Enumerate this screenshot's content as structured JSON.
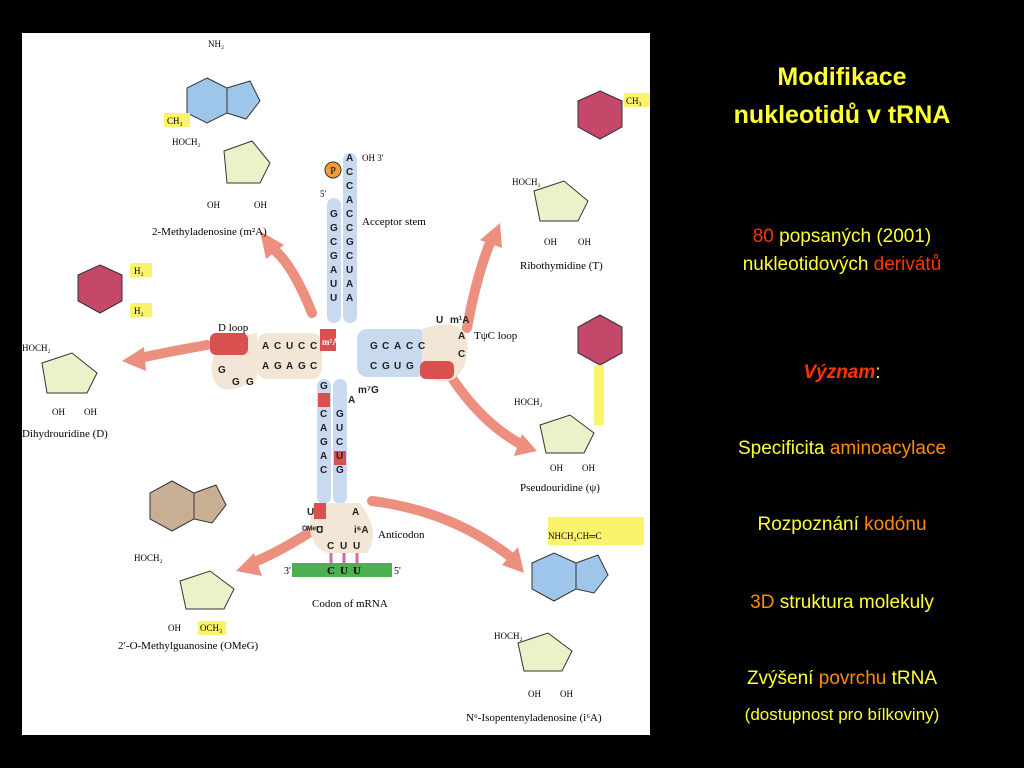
{
  "title": [
    "Modifikace",
    "nukleotidů v tRNA"
  ],
  "intro": {
    "number": "80",
    "text1": " popsaných (2001)",
    "text2": "nukleotidových ",
    "text3": "derivátů"
  },
  "significance": {
    "label": "Význam",
    "colon": ":"
  },
  "items": [
    {
      "a": "Specificita ",
      "b": "aminoacylace"
    },
    {
      "a": "Rozpoznání ",
      "b": "kodónu"
    },
    {
      "a": "3D",
      "b": " struktura molekuly"
    },
    {
      "a": "Zvýšení ",
      "b": "povrchu",
      "c": " tRNA"
    }
  ],
  "note": "(dostupnost pro bílkoviny)",
  "figure": {
    "acceptor_stem": "Acceptor stem",
    "d_loop": "D loop",
    "tpsic_loop": "TψC loop",
    "anticodon": "Anticodon",
    "codon_mrna": "Codon of mRNA",
    "oh3": "OH 3'",
    "five_prime": "5'",
    "three_prime": "3'",
    "phosphate": "P",
    "mrna_bases": [
      "C",
      "U",
      "U"
    ],
    "m2a": "2-Methyladenosine (m²A)",
    "dihydrouridine": "Dihydrouridine (D)",
    "ribothymidine": "Ribothymidine (T)",
    "pseudouridine": "Pseudouridine (ψ)",
    "methylguanosine": "2′-O-Methylguanosine (OMeG)",
    "isopentenyl": "N⁶-Isopentenyladenosine (i⁶A)",
    "ch3": "CH₃",
    "h2": "H₂",
    "nh2": "NH₂",
    "hoch2": "HOCH₂",
    "oh": "OH",
    "och3": "OCH₃",
    "side_chain": "NHCH₂CH═C"
  },
  "colors": {
    "background": "#000000",
    "title_text": "#ffff33",
    "accent_red": "#ff3300",
    "accent_orange": "#ff8c00",
    "adenine_blue": "#9ec6ea",
    "uracil_red": "#c5476a",
    "guanine_tan": "#c9ae96",
    "ribose_green": "#e9f2c8",
    "highlight_yellow": "#fbf36c",
    "arrow_salmon": "#ec8f7f",
    "mrna_green": "#4caf50"
  }
}
